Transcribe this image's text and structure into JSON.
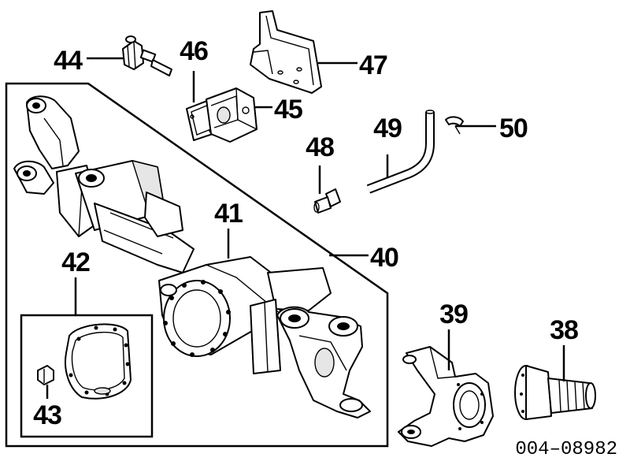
{
  "diagram": {
    "callouts": [
      {
        "id": "p38",
        "label": "38"
      },
      {
        "id": "p39",
        "label": "39"
      },
      {
        "id": "p40",
        "label": "40"
      },
      {
        "id": "p41",
        "label": "41"
      },
      {
        "id": "p42",
        "label": "42"
      },
      {
        "id": "p43",
        "label": "43"
      },
      {
        "id": "p44",
        "label": "44"
      },
      {
        "id": "p45",
        "label": "45"
      },
      {
        "id": "p46",
        "label": "46"
      },
      {
        "id": "p47",
        "label": "47"
      },
      {
        "id": "p48",
        "label": "48"
      },
      {
        "id": "p49",
        "label": "49"
      },
      {
        "id": "p50",
        "label": "50"
      }
    ],
    "reference_code": "004–08982"
  }
}
